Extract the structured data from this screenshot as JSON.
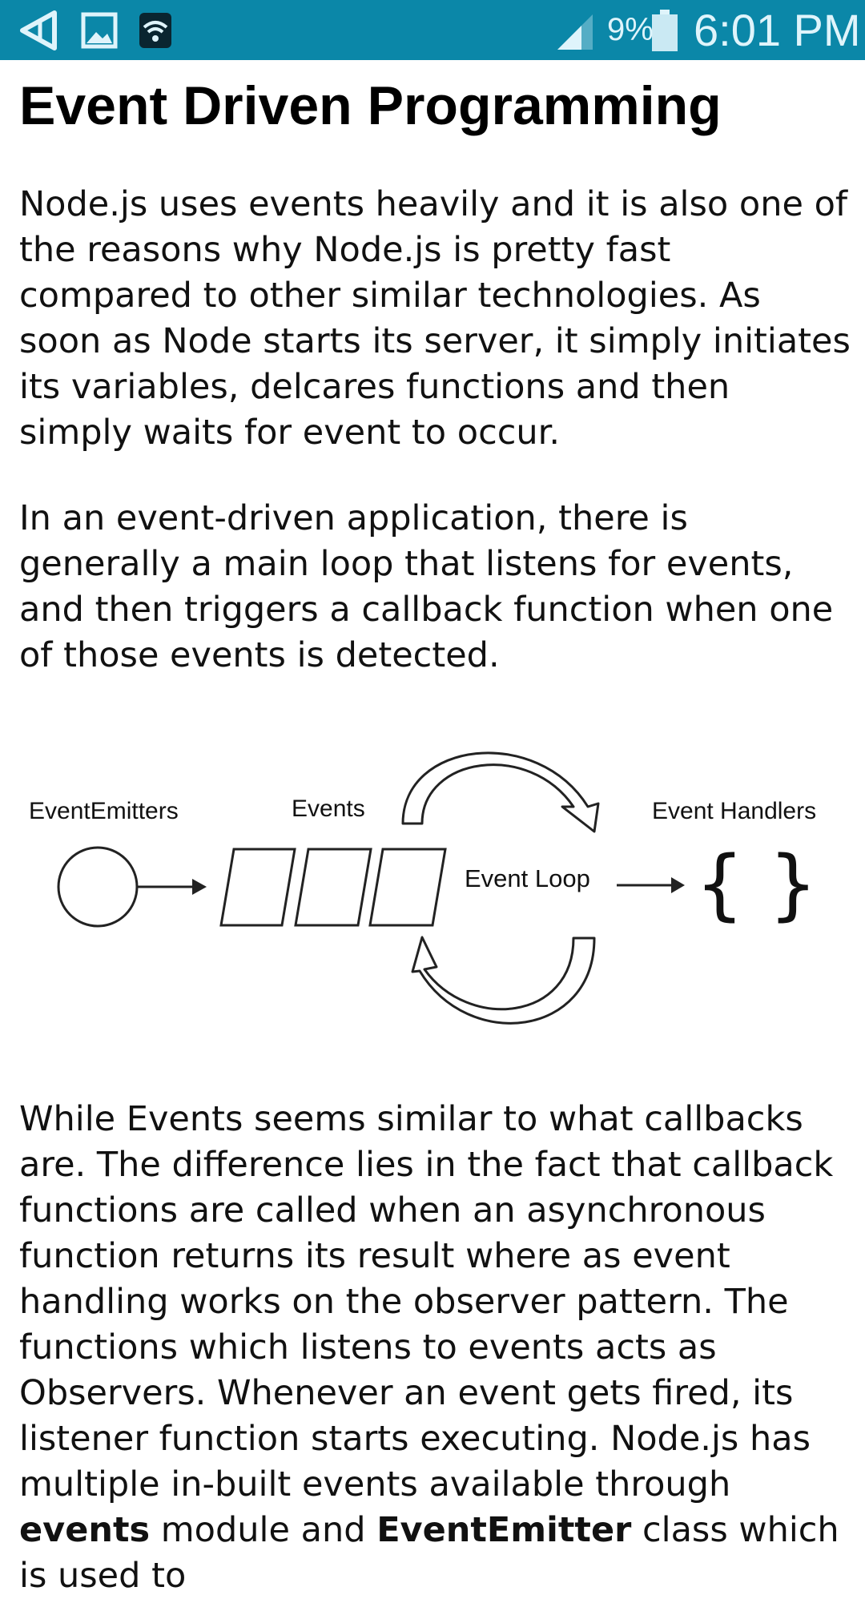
{
  "status_bar": {
    "icons": [
      "back-triangle-icon",
      "image-icon",
      "wifi-icon",
      "signal-icon",
      "battery-icon"
    ],
    "battery": "9%",
    "time": "6:01 PM",
    "background_color": "#0b87a8"
  },
  "article": {
    "title": "Event Driven Programming",
    "para1": "Node.js uses events heavily and it is also one of the reasons why Node.js is pretty fast compared to other similar technologies. As soon as Node starts its server, it simply initiates its variables, delcares functions and then simply waits for event to occur.",
    "para2": "In an event-driven application, there is generally a main loop that listens for events, and then triggers a callback function when one of those events is detected.",
    "para3_start": "While Events seems similar to what callbacks are. The difference lies in the fact that callback functions are called when an asynchronous function returns its result where as event handling works on the observer pattern. The functions which listens to events acts as Observers. Whenever an event gets fired, its listener function starts executing. Node.js has multiple in-built events available through ",
    "para3_bold1": "events",
    "para3_mid": " module and ",
    "para3_bold2": "EventEmitter",
    "para3_end": " class which is used to"
  },
  "diagram": {
    "emitters_label": "EventEmitters",
    "events_label": "Events",
    "loop_label": "Event Loop",
    "handlers_label": "Event Handlers",
    "braces": "{   }"
  }
}
